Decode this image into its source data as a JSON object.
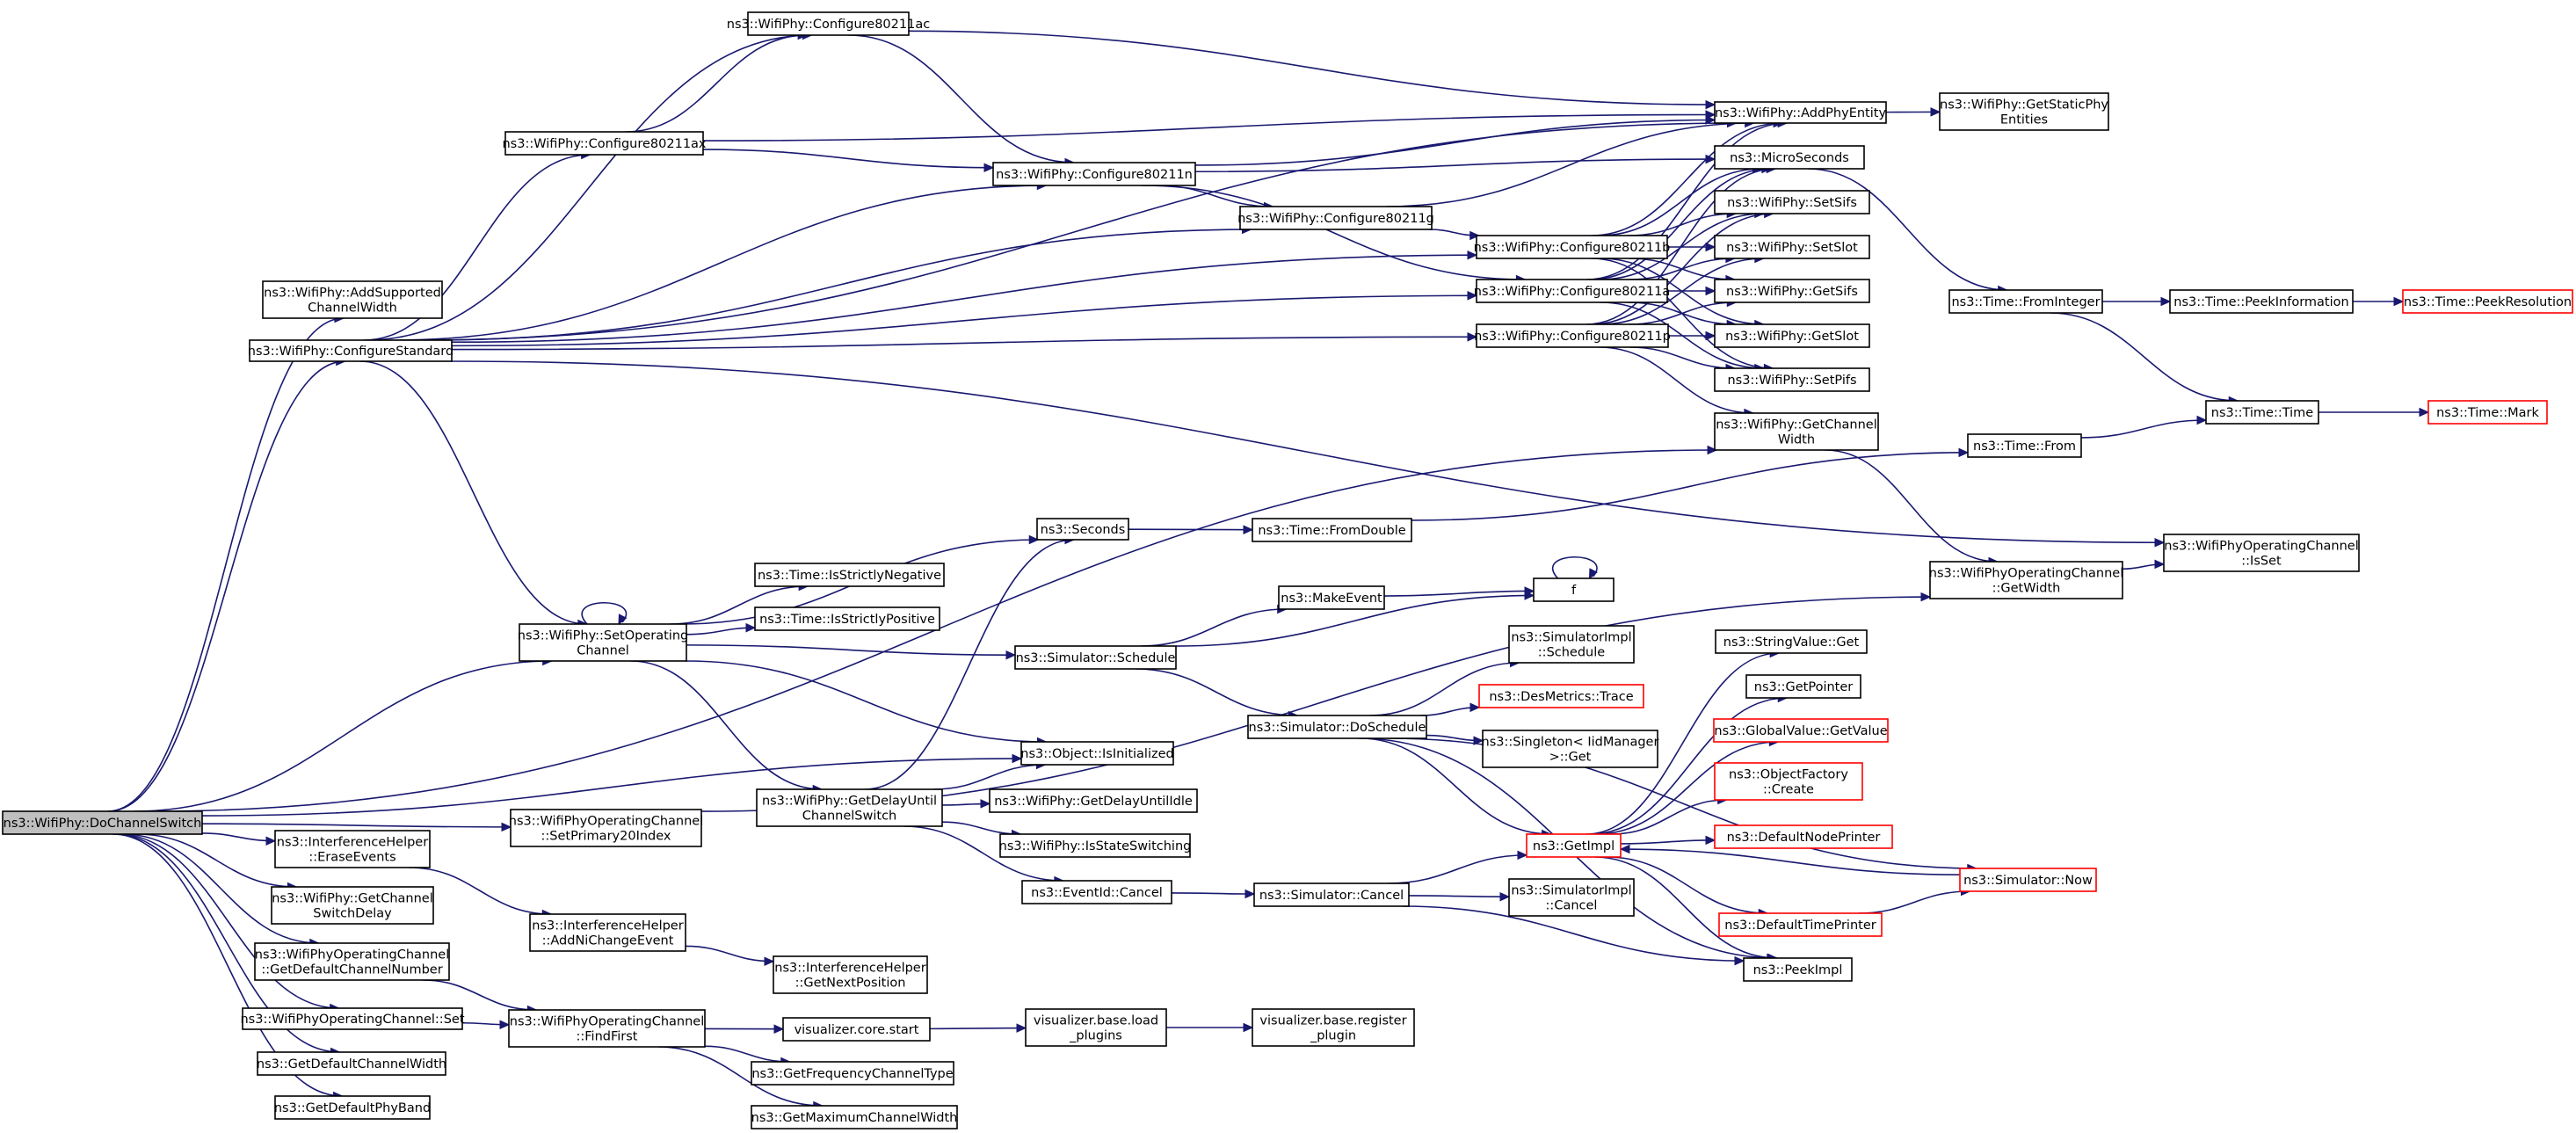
{
  "diagram": {
    "type": "call-graph",
    "colors": {
      "edge": "#191970",
      "root_fill": "#bfbfbf",
      "box_border": "#000000",
      "truncated_border": "#ff0000"
    },
    "nodes": [
      {
        "id": "doChannelSwitch",
        "lines": [
          "ns3::WifiPhy::DoChannelSwitch"
        ],
        "root": true
      },
      {
        "id": "addSupportedChannelWidth",
        "lines": [
          "ns3::WifiPhy::AddSupported",
          "ChannelWidth"
        ]
      },
      {
        "id": "configureStandard",
        "lines": [
          "ns3::WifiPhy::ConfigureStandard"
        ]
      },
      {
        "id": "configure80211ac",
        "lines": [
          "ns3::WifiPhy::Configure80211ac"
        ]
      },
      {
        "id": "configure80211ax",
        "lines": [
          "ns3::WifiPhy::Configure80211ax"
        ]
      },
      {
        "id": "configure80211n",
        "lines": [
          "ns3::WifiPhy::Configure80211n"
        ]
      },
      {
        "id": "configure80211g",
        "lines": [
          "ns3::WifiPhy::Configure80211g"
        ]
      },
      {
        "id": "configure80211b",
        "lines": [
          "ns3::WifiPhy::Configure80211b"
        ]
      },
      {
        "id": "configure80211a",
        "lines": [
          "ns3::WifiPhy::Configure80211a"
        ]
      },
      {
        "id": "configure80211p",
        "lines": [
          "ns3::WifiPhy::Configure80211p"
        ]
      },
      {
        "id": "addPhyEntity",
        "lines": [
          "ns3::WifiPhy::AddPhyEntity"
        ]
      },
      {
        "id": "getStaticPhyEntities",
        "lines": [
          "ns3::WifiPhy::GetStaticPhy",
          "Entities"
        ]
      },
      {
        "id": "microSeconds",
        "lines": [
          "ns3::MicroSeconds"
        ]
      },
      {
        "id": "setSifs",
        "lines": [
          "ns3::WifiPhy::SetSifs"
        ]
      },
      {
        "id": "setSlot",
        "lines": [
          "ns3::WifiPhy::SetSlot"
        ]
      },
      {
        "id": "getSifs",
        "lines": [
          "ns3::WifiPhy::GetSifs"
        ]
      },
      {
        "id": "getSlot",
        "lines": [
          "ns3::WifiPhy::GetSlot"
        ]
      },
      {
        "id": "setPifs",
        "lines": [
          "ns3::WifiPhy::SetPifs"
        ]
      },
      {
        "id": "getChannelWidth",
        "lines": [
          "ns3::WifiPhy::GetChannel",
          "Width"
        ]
      },
      {
        "id": "timeFromInteger",
        "lines": [
          "ns3::Time::FromInteger"
        ]
      },
      {
        "id": "peekInformation",
        "lines": [
          "ns3::Time::PeekInformation"
        ]
      },
      {
        "id": "peekResolution",
        "lines": [
          "ns3::Time::PeekResolution"
        ],
        "truncated": true
      },
      {
        "id": "timeTime",
        "lines": [
          "ns3::Time::Time"
        ]
      },
      {
        "id": "timeMark",
        "lines": [
          "ns3::Time::Mark"
        ],
        "truncated": true
      },
      {
        "id": "timeFrom",
        "lines": [
          "ns3::Time::From"
        ]
      },
      {
        "id": "seconds",
        "lines": [
          "ns3::Seconds"
        ]
      },
      {
        "id": "timeFromDouble",
        "lines": [
          "ns3::Time::FromDouble"
        ]
      },
      {
        "id": "opChannelGetWidth",
        "lines": [
          "ns3::WifiPhyOperatingChannel",
          "::GetWidth"
        ]
      },
      {
        "id": "opChannelIsSet",
        "lines": [
          "ns3::WifiPhyOperatingChannel",
          "::IsSet"
        ]
      },
      {
        "id": "isStrictlyNegative",
        "lines": [
          "ns3::Time::IsStrictlyNegative"
        ]
      },
      {
        "id": "isStrictlyPositive",
        "lines": [
          "ns3::Time::IsStrictlyPositive"
        ]
      },
      {
        "id": "setOperatingChannel",
        "lines": [
          "ns3::WifiPhy::SetOperating",
          "Channel"
        ]
      },
      {
        "id": "makeEvent",
        "lines": [
          "ns3::MakeEvent"
        ]
      },
      {
        "id": "f",
        "lines": [
          "f"
        ]
      },
      {
        "id": "simSchedule",
        "lines": [
          "ns3::Simulator::Schedule"
        ]
      },
      {
        "id": "simImplSchedule",
        "lines": [
          "ns3::SimulatorImpl",
          "::Schedule"
        ]
      },
      {
        "id": "desMetricsTrace",
        "lines": [
          "ns3::DesMetrics::Trace"
        ],
        "truncated": true
      },
      {
        "id": "simDoSchedule",
        "lines": [
          "ns3::Simulator::DoSchedule"
        ]
      },
      {
        "id": "singletonGet",
        "lines": [
          "ns3::Singleton< IidManager",
          ">::Get"
        ]
      },
      {
        "id": "stringValueGet",
        "lines": [
          "ns3::StringValue::Get"
        ]
      },
      {
        "id": "getPointer",
        "lines": [
          "ns3::GetPointer"
        ]
      },
      {
        "id": "globalValueGetValue",
        "lines": [
          "ns3::GlobalValue::GetValue"
        ],
        "truncated": true
      },
      {
        "id": "objectFactoryCreate",
        "lines": [
          "ns3::ObjectFactory",
          "::Create"
        ],
        "truncated": true
      },
      {
        "id": "isInitialized",
        "lines": [
          "ns3::Object::IsInitialized"
        ]
      },
      {
        "id": "getDelayUntilChannelSwitch",
        "lines": [
          "ns3::WifiPhy::GetDelayUntil",
          "ChannelSwitch"
        ]
      },
      {
        "id": "getDelayUntilIdle",
        "lines": [
          "ns3::WifiPhy::GetDelayUntilIdle"
        ]
      },
      {
        "id": "isStateSwitching",
        "lines": [
          "ns3::WifiPhy::IsStateSwitching"
        ]
      },
      {
        "id": "eventIdCancel",
        "lines": [
          "ns3::EventId::Cancel"
        ]
      },
      {
        "id": "simCancel",
        "lines": [
          "ns3::Simulator::Cancel"
        ]
      },
      {
        "id": "simImplCancel",
        "lines": [
          "ns3::SimulatorImpl",
          "::Cancel"
        ]
      },
      {
        "id": "getImpl",
        "lines": [
          "ns3::GetImpl"
        ],
        "truncated": true
      },
      {
        "id": "defaultNodePrinter",
        "lines": [
          "ns3::DefaultNodePrinter"
        ],
        "truncated": true
      },
      {
        "id": "simNow",
        "lines": [
          "ns3::Simulator::Now"
        ],
        "truncated": true
      },
      {
        "id": "defaultTimePrinter",
        "lines": [
          "ns3::DefaultTimePrinter"
        ],
        "truncated": true
      },
      {
        "id": "peekImpl",
        "lines": [
          "ns3::PeekImpl"
        ]
      },
      {
        "id": "setPrimary20Index",
        "lines": [
          "ns3::WifiPhyOperatingChannel",
          "::SetPrimary20Index"
        ]
      },
      {
        "id": "eraseEvents",
        "lines": [
          "ns3::InterferenceHelper",
          "::EraseEvents"
        ]
      },
      {
        "id": "getChannelSwitchDelay",
        "lines": [
          "ns3::WifiPhy::GetChannel",
          "SwitchDelay"
        ]
      },
      {
        "id": "addNiChangeEvent",
        "lines": [
          "ns3::InterferenceHelper",
          "::AddNiChangeEvent"
        ]
      },
      {
        "id": "getNextPosition",
        "lines": [
          "ns3::InterferenceHelper",
          "::GetNextPosition"
        ]
      },
      {
        "id": "getDefaultChannelNumber",
        "lines": [
          "ns3::WifiPhyOperatingChannel",
          "::GetDefaultChannelNumber"
        ]
      },
      {
        "id": "opChannelSet",
        "lines": [
          "ns3::WifiPhyOperatingChannel::Set"
        ]
      },
      {
        "id": "findFirst",
        "lines": [
          "ns3::WifiPhyOperatingChannel",
          "::FindFirst"
        ]
      },
      {
        "id": "vizCoreStart",
        "lines": [
          "visualizer.core.start"
        ]
      },
      {
        "id": "vizLoadPlugins",
        "lines": [
          "visualizer.base.load",
          "_plugins"
        ]
      },
      {
        "id": "vizRegisterPlugin",
        "lines": [
          "visualizer.base.register",
          "_plugin"
        ]
      },
      {
        "id": "getDefaultChannelWidth",
        "lines": [
          "ns3::GetDefaultChannelWidth"
        ]
      },
      {
        "id": "getFrequencyChannelType",
        "lines": [
          "ns3::GetFrequencyChannelType"
        ]
      },
      {
        "id": "getDefaultPhyBand",
        "lines": [
          "ns3::GetDefaultPhyBand"
        ]
      },
      {
        "id": "getMaximumChannelWidth",
        "lines": [
          "ns3::GetMaximumChannelWidth"
        ]
      }
    ],
    "edges": [
      [
        "doChannelSwitch",
        "addSupportedChannelWidth"
      ],
      [
        "doChannelSwitch",
        "configureStandard"
      ],
      [
        "doChannelSwitch",
        "getChannelWidth"
      ],
      [
        "doChannelSwitch",
        "setOperatingChannel"
      ],
      [
        "doChannelSwitch",
        "isInitialized"
      ],
      [
        "doChannelSwitch",
        "setPrimary20Index"
      ],
      [
        "doChannelSwitch",
        "eraseEvents"
      ],
      [
        "doChannelSwitch",
        "getChannelSwitchDelay"
      ],
      [
        "doChannelSwitch",
        "getDefaultChannelNumber"
      ],
      [
        "doChannelSwitch",
        "opChannelSet"
      ],
      [
        "doChannelSwitch",
        "getDefaultChannelWidth"
      ],
      [
        "doChannelSwitch",
        "getDefaultPhyBand"
      ],
      [
        "configureStandard",
        "configure80211ac"
      ],
      [
        "configureStandard",
        "configure80211ax"
      ],
      [
        "configureStandard",
        "configure80211n"
      ],
      [
        "configureStandard",
        "configure80211g"
      ],
      [
        "configureStandard",
        "configure80211b"
      ],
      [
        "configureStandard",
        "configure80211a"
      ],
      [
        "configureStandard",
        "configure80211p"
      ],
      [
        "configureStandard",
        "addPhyEntity"
      ],
      [
        "configureStandard",
        "opChannelIsSet"
      ],
      [
        "configureStandard",
        "setOperatingChannel"
      ],
      [
        "configure80211ax",
        "configure80211ac"
      ],
      [
        "configure80211ax",
        "configure80211n"
      ],
      [
        "configure80211ax",
        "addPhyEntity"
      ],
      [
        "configure80211ac",
        "configure80211n"
      ],
      [
        "configure80211ac",
        "addPhyEntity"
      ],
      [
        "configure80211n",
        "configure80211g"
      ],
      [
        "configure80211n",
        "configure80211a"
      ],
      [
        "configure80211n",
        "addPhyEntity"
      ],
      [
        "configure80211n",
        "microSeconds"
      ],
      [
        "configure80211g",
        "configure80211b"
      ],
      [
        "configure80211g",
        "addPhyEntity"
      ],
      [
        "configure80211b",
        "addPhyEntity"
      ],
      [
        "configure80211b",
        "microSeconds"
      ],
      [
        "configure80211b",
        "setSifs"
      ],
      [
        "configure80211b",
        "setSlot"
      ],
      [
        "configure80211b",
        "getSifs"
      ],
      [
        "configure80211b",
        "getSlot"
      ],
      [
        "configure80211b",
        "setPifs"
      ],
      [
        "configure80211a",
        "addPhyEntity"
      ],
      [
        "configure80211a",
        "microSeconds"
      ],
      [
        "configure80211a",
        "setSifs"
      ],
      [
        "configure80211a",
        "setSlot"
      ],
      [
        "configure80211a",
        "getSifs"
      ],
      [
        "configure80211a",
        "getSlot"
      ],
      [
        "configure80211a",
        "setPifs"
      ],
      [
        "configure80211p",
        "microSeconds"
      ],
      [
        "configure80211p",
        "setSifs"
      ],
      [
        "configure80211p",
        "setSlot"
      ],
      [
        "configure80211p",
        "getSifs"
      ],
      [
        "configure80211p",
        "getSlot"
      ],
      [
        "configure80211p",
        "setPifs"
      ],
      [
        "configure80211p",
        "getChannelWidth"
      ],
      [
        "addPhyEntity",
        "getStaticPhyEntities"
      ],
      [
        "microSeconds",
        "timeFromInteger"
      ],
      [
        "timeFromInteger",
        "peekInformation"
      ],
      [
        "timeFromInteger",
        "timeTime"
      ],
      [
        "peekInformation",
        "peekResolution"
      ],
      [
        "timeTime",
        "timeMark"
      ],
      [
        "timeFrom",
        "timeTime"
      ],
      [
        "getChannelWidth",
        "opChannelGetWidth"
      ],
      [
        "opChannelGetWidth",
        "opChannelIsSet"
      ],
      [
        "seconds",
        "timeFromDouble"
      ],
      [
        "timeFromDouble",
        "timeFrom"
      ],
      [
        "setOperatingChannel",
        "setOperatingChannel"
      ],
      [
        "setOperatingChannel",
        "seconds"
      ],
      [
        "setOperatingChannel",
        "isStrictlyNegative"
      ],
      [
        "setOperatingChannel",
        "isStrictlyPositive"
      ],
      [
        "setOperatingChannel",
        "simSchedule"
      ],
      [
        "setOperatingChannel",
        "isInitialized"
      ],
      [
        "setOperatingChannel",
        "getDelayUntilChannelSwitch"
      ],
      [
        "simSchedule",
        "makeEvent"
      ],
      [
        "simSchedule",
        "f"
      ],
      [
        "simSchedule",
        "simDoSchedule"
      ],
      [
        "makeEvent",
        "f"
      ],
      [
        "f",
        "f"
      ],
      [
        "simDoSchedule",
        "simImplSchedule"
      ],
      [
        "simDoSchedule",
        "desMetricsTrace"
      ],
      [
        "simDoSchedule",
        "singletonGet"
      ],
      [
        "simDoSchedule",
        "getImpl"
      ],
      [
        "simDoSchedule",
        "simNow"
      ],
      [
        "simDoSchedule",
        "peekImpl"
      ],
      [
        "getDelayUntilChannelSwitch",
        "seconds"
      ],
      [
        "getDelayUntilChannelSwitch",
        "isInitialized"
      ],
      [
        "getDelayUntilChannelSwitch",
        "getDelayUntilIdle"
      ],
      [
        "getDelayUntilChannelSwitch",
        "isStateSwitching"
      ],
      [
        "getDelayUntilChannelSwitch",
        "eventIdCancel"
      ],
      [
        "eventIdCancel",
        "simCancel"
      ],
      [
        "simCancel",
        "getImpl"
      ],
      [
        "simCancel",
        "simImplCancel"
      ],
      [
        "simCancel",
        "peekImpl"
      ],
      [
        "getImpl",
        "stringValueGet"
      ],
      [
        "getImpl",
        "getPointer"
      ],
      [
        "getImpl",
        "globalValueGetValue"
      ],
      [
        "getImpl",
        "objectFactoryCreate"
      ],
      [
        "getImpl",
        "defaultNodePrinter"
      ],
      [
        "getImpl",
        "defaultTimePrinter"
      ],
      [
        "getImpl",
        "peekImpl"
      ],
      [
        "defaultTimePrinter",
        "simNow"
      ],
      [
        "simNow",
        "getImpl"
      ],
      [
        "setPrimary20Index",
        "opChannelGetWidth"
      ],
      [
        "eraseEvents",
        "addNiChangeEvent"
      ],
      [
        "addNiChangeEvent",
        "getNextPosition"
      ],
      [
        "getDefaultChannelNumber",
        "findFirst"
      ],
      [
        "opChannelSet",
        "findFirst"
      ],
      [
        "findFirst",
        "vizCoreStart"
      ],
      [
        "findFirst",
        "getFrequencyChannelType"
      ],
      [
        "findFirst",
        "getMaximumChannelWidth"
      ],
      [
        "vizCoreStart",
        "vizLoadPlugins"
      ],
      [
        "vizLoadPlugins",
        "vizRegisterPlugin"
      ]
    ]
  }
}
